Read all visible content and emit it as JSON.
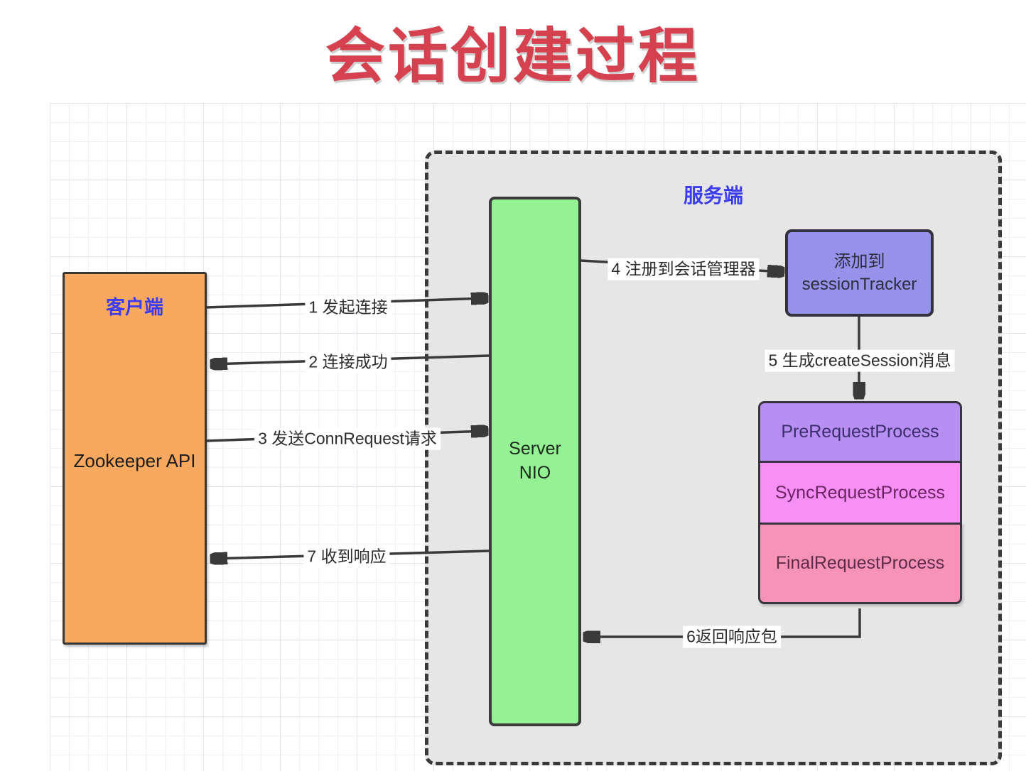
{
  "title": "会话创建过程",
  "client_box": {
    "title": "客户端",
    "subtitle": "Zookeeper API"
  },
  "server_region": {
    "title": "服务端",
    "nio_box": {
      "line1": "Server",
      "line2": "NIO"
    },
    "session_tracker_box": {
      "line1": "添加到",
      "line2": "sessionTracker"
    },
    "process_boxes": [
      {
        "label": "PreRequestProcess"
      },
      {
        "label": "SyncRequestProcess"
      },
      {
        "label": "FinalRequestProcess"
      }
    ]
  },
  "arrows": [
    {
      "step": 1,
      "label": "1 发起连接",
      "from": "client",
      "to": "server-nio",
      "direction": "right"
    },
    {
      "step": 2,
      "label": "2 连接成功",
      "from": "server-nio",
      "to": "client",
      "direction": "left"
    },
    {
      "step": 3,
      "label": "3 发送ConnRequest请求",
      "from": "client",
      "to": "server-nio",
      "direction": "right"
    },
    {
      "step": 4,
      "label": "4 注册到会话管理器",
      "from": "server-nio",
      "to": "session-tracker",
      "direction": "right"
    },
    {
      "step": 5,
      "label": "5 生成createSession消息",
      "from": "session-tracker",
      "to": "pre-request-process",
      "direction": "down"
    },
    {
      "step": 6,
      "label": "6返回响应包",
      "from": "final-request-process",
      "to": "server-nio",
      "direction": "left"
    },
    {
      "step": 7,
      "label": "7 收到响应",
      "from": "server-nio",
      "to": "client",
      "direction": "left"
    }
  ],
  "colors": {
    "title_red": "#d5414e",
    "label_blue": "#3c3cf0",
    "client_orange": "#f9a85f",
    "nio_green": "#94f294",
    "tracker_periwinkle": "#9593ea",
    "pre_purple": "#b78ef2",
    "sync_magenta": "#f68ff6",
    "final_pink": "#f893b8",
    "server_region_gray": "#e6e6e6",
    "line_dark": "#3a3a3a"
  }
}
